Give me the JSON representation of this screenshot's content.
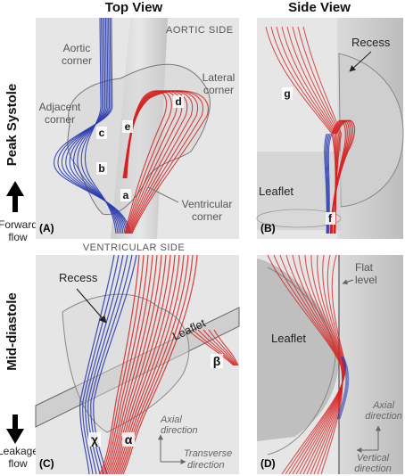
{
  "column_headers": {
    "left": "Top View",
    "right": "Side View"
  },
  "row_labels": {
    "top": "Peak Systole",
    "bottom": "Mid-diastole"
  },
  "side_labels": {
    "top": "Forward\nflow",
    "bottom": "Leakage\nflow"
  },
  "side_labels_lines": {
    "top": [
      "Forward",
      "flow"
    ],
    "bottom": [
      "Leakage",
      "flow"
    ]
  },
  "panels": {
    "A": {
      "letter": "(A)",
      "aortic_side": "AORTIC SIDE",
      "ventricular_side": "VENTRICULAR SIDE",
      "aortic_corner": [
        "Aortic",
        "corner"
      ],
      "lateral_corner": [
        "Lateral",
        "corner"
      ],
      "adjacent_corner": [
        "Adjacent",
        "corner"
      ],
      "ventricular_corner": [
        "Ventricular",
        "corner"
      ],
      "points": [
        "a",
        "b",
        "c",
        "d",
        "e"
      ]
    },
    "B": {
      "letter": "(B)",
      "recess": "Recess",
      "leaflet": "Leaflet",
      "points": [
        "g",
        "f"
      ]
    },
    "C": {
      "letter": "(C)",
      "recess": "Recess",
      "leaflet": "Leaflet",
      "greek": [
        "β",
        "χ",
        "α"
      ],
      "axial_direction": [
        "Axial",
        "direction"
      ],
      "transverse_direction": [
        "Transverse",
        "direction"
      ]
    },
    "D": {
      "letter": "(D)",
      "flat_level": [
        "Flat",
        "level"
      ],
      "leaflet": "Leaflet",
      "axial_direction": [
        "Axial",
        "direction"
      ],
      "vertical_direction": [
        "Vertical",
        "direction"
      ]
    }
  },
  "colors": {
    "red": "#d62020",
    "blue": "#2b3cb0",
    "gray": "#bdbdbd"
  }
}
